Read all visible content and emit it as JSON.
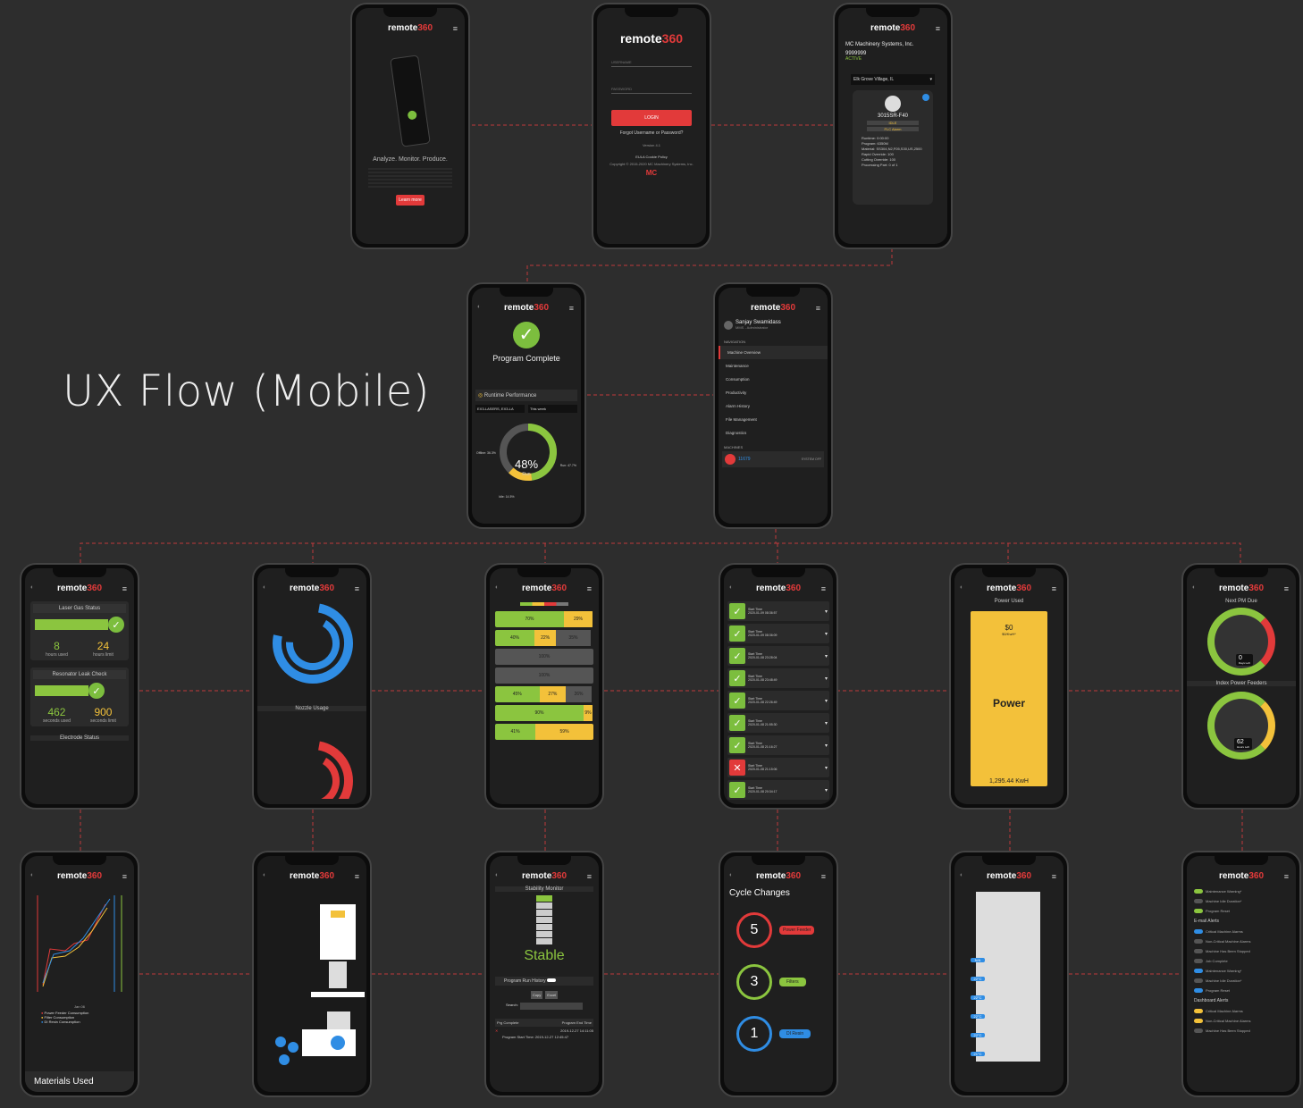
{
  "heading": "UX Flow (Mobile)",
  "brand": {
    "word": "remote",
    "num": "360"
  },
  "colors": {
    "accent": "#e23a3a",
    "green": "#8bc53f",
    "yellow": "#f3c13a",
    "blue": "#2f8de4",
    "bg": "#2d2d2d"
  },
  "landing": {
    "tagline": "Analyze. Monitor. Produce.",
    "cta": "Learn more"
  },
  "login": {
    "username": "USERNAME",
    "password": "PASSWORD",
    "button": "LOGIN",
    "forgot": "Forgot Username or Password?",
    "version": "Version 4.1",
    "eula": "EULA Cookie Policy",
    "copyright": "Copyright © 2015-2020 MC Machinery Systems, Inc."
  },
  "machine": {
    "company": "MC Machinery Systems, Inc.",
    "id": "9999999",
    "status": "ACTIVE",
    "location": "Elk Grove Village, IL",
    "model": "3015SR-F40",
    "state": "IDLE",
    "alarm": "FLC Alarm",
    "runtime": "Runtime: 0:00:00",
    "program": "Program: 6350M",
    "material": "Material: SS304,N2,F05,S30,US,2500",
    "rapid": "Rapid Override: 100",
    "cutting": "Cutting Override: 100",
    "part": "Processing Part: 0 of 1"
  },
  "complete": {
    "title": "Program Complete",
    "card": "Runtime Performance",
    "filter1": "EX3-LASERS, EX3-LA",
    "filter2": "This week",
    "pct": "48%",
    "pctLabel": "Run",
    "offline": "Offline: 36.3%",
    "run": "Run: 47.7%",
    "idle": "Idle: 14.5%"
  },
  "nav": {
    "user": "Sanjay Swamidass",
    "role": "MMS - Administrator",
    "section": "NAVIGATION",
    "items": [
      "Machine Overview",
      "Maintenance",
      "Consumption",
      "Productivity",
      "Alarm History",
      "File Management",
      "Diagnostics"
    ],
    "machines": "MACHINES",
    "machine": "11679",
    "machineState": "SYSTEM OFF"
  },
  "consumables": {
    "c1": "Laser Gas Status",
    "v1a": "8",
    "l1a": "hours used",
    "v1b": "24",
    "l1b": "hours limit",
    "c2": "Resonator Leak Check",
    "v2a": "462",
    "l2a": "seconds used",
    "v2b": "900",
    "l2b": "seconds limit",
    "c3": "Electrode Status"
  },
  "nozzle": {
    "title": "Nozzle Usage"
  },
  "history": {
    "rows": [
      [
        "70%",
        "29%"
      ],
      [
        "40%",
        "22%",
        "35%"
      ],
      [
        "100%"
      ],
      [
        "100%"
      ],
      [
        "45%",
        "27%",
        "26%"
      ],
      [
        "90%",
        "9%"
      ],
      [
        "41%",
        "59%"
      ]
    ]
  },
  "runs": {
    "label": "Start Time",
    "times": [
      "2020-01-09 08:36:57",
      "2020-01-09 08:36:09",
      "2020-01-08 23:28:04",
      "2020-01-08 23:48:49",
      "2020-01-08 22:26:49",
      "2020-01-08 21:55:30",
      "2020-01-08 21:16:27",
      "2020-01-08 21:15:06",
      "2020-01-08 20:34:17"
    ]
  },
  "power": {
    "header": "Power Used",
    "cost": "$0",
    "rate": "$0/KwH*",
    "label": "Power",
    "kwh": "1,295.44 KwH"
  },
  "gauges": {
    "t1": "Next PM Due",
    "v1": "0",
    "u1": "Days Left",
    "t2": "Index Power Feeders",
    "v2": "62",
    "u2": "Hours Left"
  },
  "materials": {
    "title": "Materials Used",
    "l1": "Power Feeder Consumption",
    "l2": "Filter Consumption",
    "l3": "DI Resin Consumption",
    "date": "Jan 06"
  },
  "stability": {
    "title": "Stability Monitor",
    "state": "Stable",
    "hist": "Program Run History",
    "copy": "Copy",
    "excel": "Excel",
    "search": "Search:",
    "col1": "Prg Complete",
    "col2": "Program End Time",
    "end": "2019-12-27 14:11:05",
    "start": "Program Start Time: 2019-12-27 12:45:47"
  },
  "cycle": {
    "title": "Cycle Changes",
    "n1": "5",
    "b1": "Power Feeder",
    "n2": "3",
    "b2": "Filters",
    "n3": "1",
    "b3": "DI Resin"
  },
  "schematic": {
    "temps": [
      "N/A",
      "22°C",
      "22°C",
      "22°C",
      "22°C",
      "21°C"
    ]
  },
  "alerts": {
    "items": [
      "Maintenance Warning*",
      "Machine Idle Duration*",
      "Program Reset"
    ],
    "email": "E-mail Alerts",
    "eitems": [
      "Critical Machine Alarms",
      "Non-Critical Machine Alarms",
      "Machine Has Been Stopped",
      "Job Complete",
      "Maintenance Warning*",
      "Machine Idle Duration*",
      "Program Reset"
    ],
    "dash": "Dashboard Alerts",
    "ditems": [
      "Critical Machine Alarms",
      "Non-Critical Machine Alarms",
      "Machine Has Been Stopped"
    ]
  }
}
